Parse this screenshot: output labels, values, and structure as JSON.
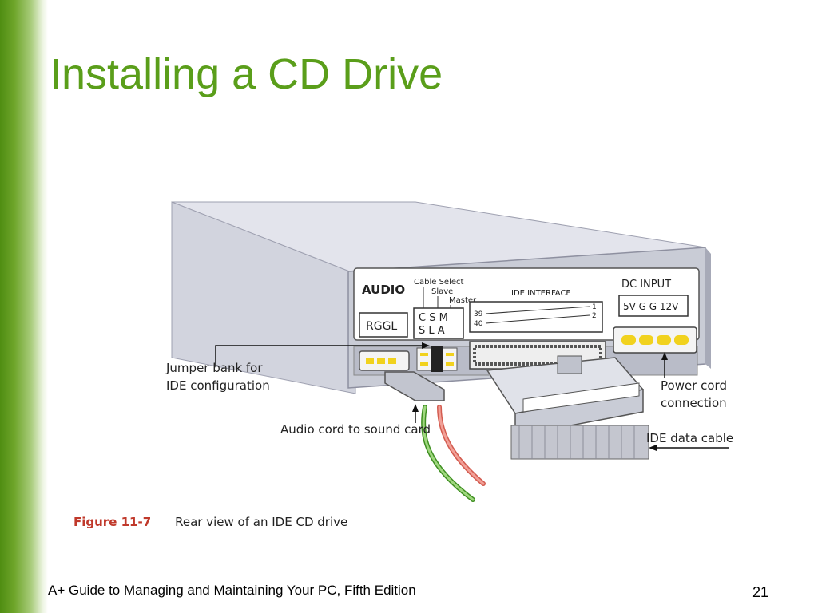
{
  "slide": {
    "title": "Installing a CD Drive",
    "footer": "A+ Guide to Managing and Maintaining Your PC, Fifth Edition",
    "page_number": "21"
  },
  "figure": {
    "caption_number": "Figure 11-7",
    "caption_text": "Rear view of an IDE CD drive",
    "panel": {
      "audio_label": "AUDIO",
      "audio_pins": "RGGL",
      "cable_select_label": "Cable Select",
      "slave_label": "Slave",
      "master_label": "Master",
      "jumper_top": "C S M",
      "jumper_bottom": "S L A",
      "ide_interface_label": "IDE INTERFACE",
      "pin_39": "39",
      "pin_40": "40",
      "pin_1": "1",
      "pin_2": "2",
      "dc_input_label": "DC INPUT",
      "dc_pins": "5V G G 12V"
    },
    "callouts": {
      "jumper_line1": "Jumper bank for",
      "jumper_line2": "IDE configuration",
      "audio_cord": "Audio cord to sound card",
      "power_line1": "Power cord",
      "power_line2": "connection",
      "ide_cable": "IDE data cable"
    }
  }
}
